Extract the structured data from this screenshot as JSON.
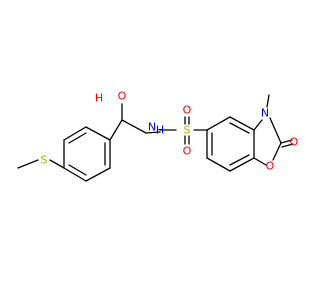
{
  "molecule": {
    "colors": {
      "bond": "#000000",
      "oxygen": "#FF0000",
      "nitrogen": "#0000FF",
      "sulfur": "#B2B200",
      "carbon": "#000000"
    },
    "atoms": {
      "hydroxyl_o": "O",
      "hydroxyl_h": "H",
      "amide_n": "N",
      "amide_h": "H",
      "sulfonyl_s": "S",
      "sulfonyl_o_top": "O",
      "sulfonyl_o_bottom": "O",
      "thioether_s": "S",
      "ring_n": "N",
      "ring_o": "O",
      "carbonyl_o": "O"
    }
  }
}
